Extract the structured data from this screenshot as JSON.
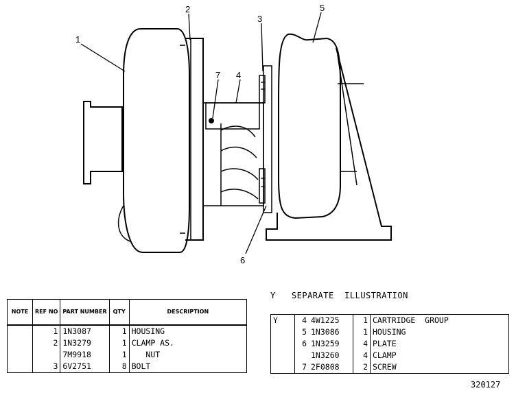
{
  "callouts": [
    "1",
    "2",
    "3",
    "4",
    "5",
    "6",
    "7"
  ],
  "left_table": {
    "headers": {
      "note": "NOTE",
      "ref_no": "REF NO",
      "part_number": "PART NUMBER",
      "qty": "QTY",
      "description": "DESCRIPTION"
    },
    "rows": [
      {
        "note": "",
        "ref": "1",
        "part": "1N3087",
        "qty": "1",
        "desc": "HOUSING"
      },
      {
        "note": "",
        "ref": "2",
        "part": "1N3279",
        "qty": "1",
        "desc": "CLAMP  AS."
      },
      {
        "note": "",
        "ref": "",
        "part": "7M9918",
        "qty": "1",
        "desc": "   NUT"
      },
      {
        "note": "",
        "ref": "3",
        "part": "6V2751",
        "qty": "8",
        "desc": "BOLT"
      }
    ]
  },
  "separate_label": "Y   SEPARATE  ILLUSTRATION",
  "right_table": {
    "rows": [
      {
        "note": "Y",
        "ref": "4",
        "part": "4W1225",
        "qty": "1",
        "desc": "CARTRIDGE  GROUP"
      },
      {
        "note": "",
        "ref": "5",
        "part": "1N3086",
        "qty": "1",
        "desc": "HOUSING"
      },
      {
        "note": "",
        "ref": "6",
        "part": "1N3259",
        "qty": "4",
        "desc": "PLATE"
      },
      {
        "note": "",
        "ref": "",
        "part": "1N3260",
        "qty": "4",
        "desc": "CLAMP"
      },
      {
        "note": "",
        "ref": "7",
        "part": "2F0808",
        "qty": "2",
        "desc": "SCREW"
      }
    ]
  },
  "illustration_number": "320127"
}
